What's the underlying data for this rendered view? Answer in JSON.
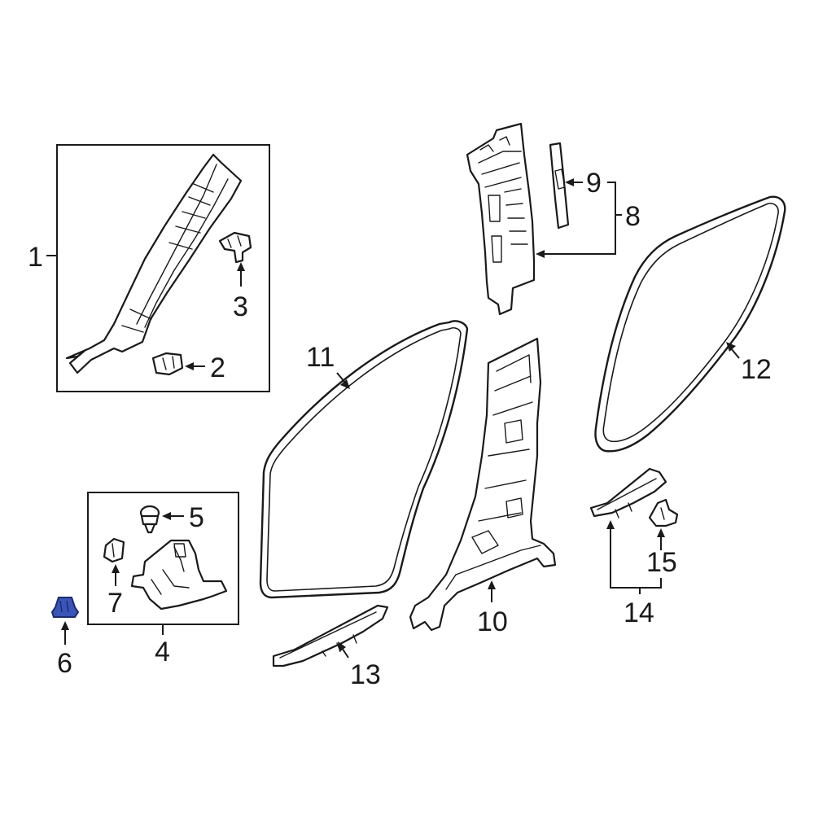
{
  "callouts": {
    "c1": "1",
    "c2": "2",
    "c3": "3",
    "c4": "4",
    "c5": "5",
    "c6": "6",
    "c7": "7",
    "c8": "8",
    "c9": "9",
    "c10": "10",
    "c11": "11",
    "c12": "12",
    "c13": "13",
    "c14": "14",
    "c15": "15"
  },
  "colors": {
    "line": "#1a1a1a",
    "background": "#ffffff",
    "highlight_fill": "#3a55b8",
    "highlight_stroke": "#1c2a6e"
  },
  "highlighted_part": "6"
}
